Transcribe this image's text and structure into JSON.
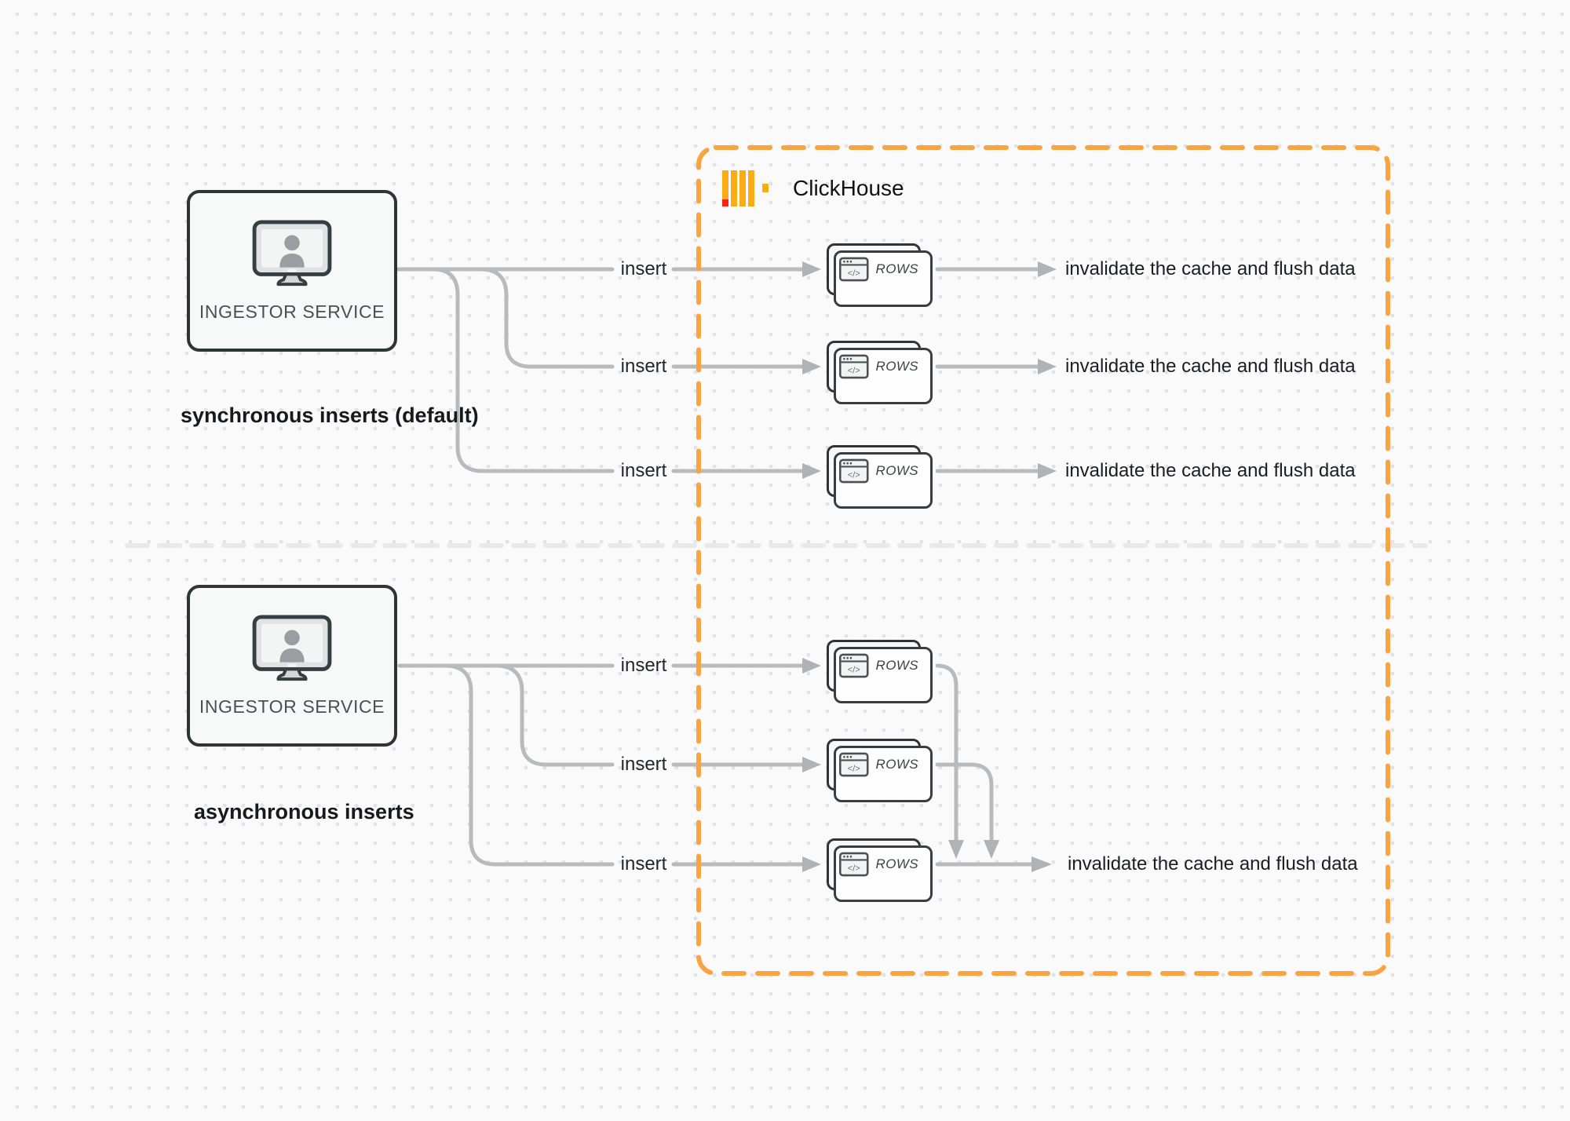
{
  "diagram": {
    "clickhouse_label": "ClickHouse",
    "sections": [
      {
        "id": "synchronous",
        "service_label": "INGESTOR SERVICE",
        "caption": "synchronous inserts (default)",
        "rows": [
          {
            "insert": "insert",
            "card": "ROWS",
            "result": "invalidate the cache and flush data"
          },
          {
            "insert": "insert",
            "card": "ROWS",
            "result": "invalidate the cache and flush data"
          },
          {
            "insert": "insert",
            "card": "ROWS",
            "result": "invalidate the cache and flush data"
          }
        ]
      },
      {
        "id": "asynchronous",
        "service_label": "INGESTOR SERVICE",
        "caption": "asynchronous inserts",
        "rows": [
          {
            "insert": "insert",
            "card": "ROWS"
          },
          {
            "insert": "insert",
            "card": "ROWS"
          },
          {
            "insert": "insert",
            "card": "ROWS"
          }
        ],
        "result": "invalidate the cache and flush data"
      }
    ],
    "icons": {
      "ingestor": "monitor-user-icon",
      "rows_card": "code-window-icon",
      "brand": "clickhouse-bars-logo"
    },
    "colors": {
      "accent_orange": "#F9A341",
      "logo_yellow": "#FBAB13",
      "logo_red": "#F5230F",
      "connector_gray": "#b9babb",
      "box_border_dark": "#2f3439",
      "card_fill": "#f7f8f9",
      "divider_gray": "#e9e9e9",
      "background": "#fafafa",
      "text_dark": "#17191c"
    }
  }
}
